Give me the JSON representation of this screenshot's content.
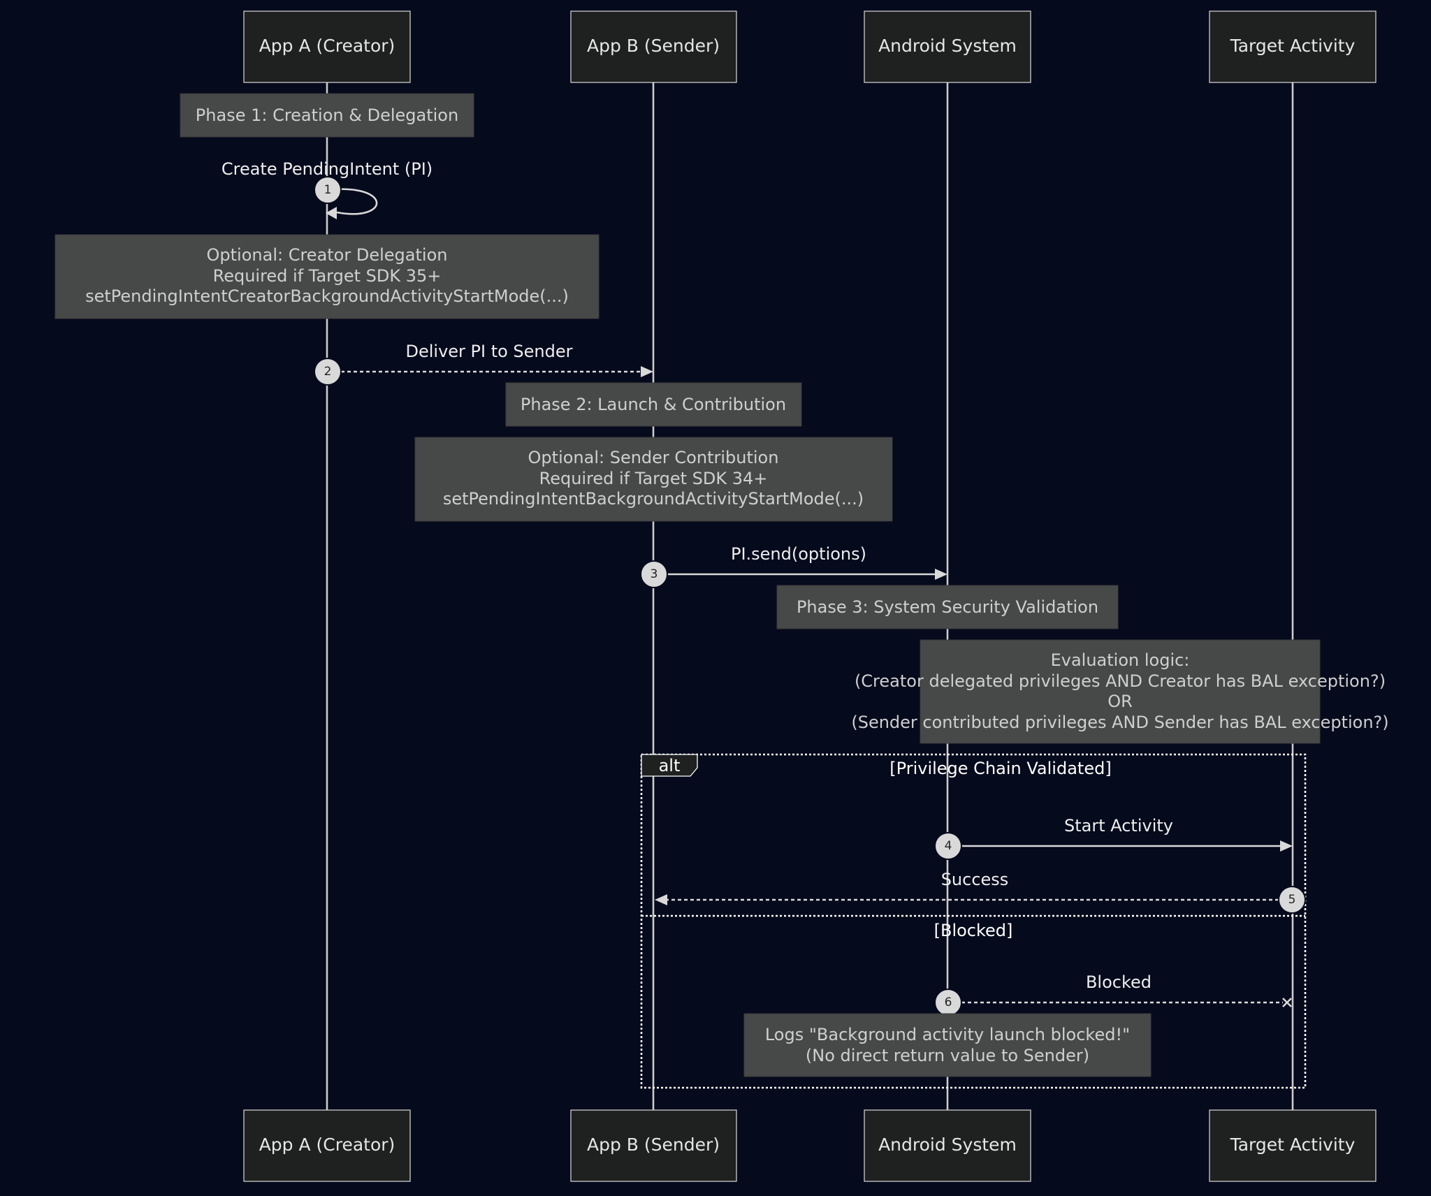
{
  "participants": {
    "app_a": "App A (Creator)",
    "app_b": "App B (Sender)",
    "android": "Android System",
    "target": "Target Activity"
  },
  "notes": {
    "phase1": "Phase 1: Creation & Delegation",
    "creator_delegation": [
      "Optional: Creator Delegation",
      "Required if Target SDK 35+",
      "setPendingIntentCreatorBackgroundActivityStartMode(...)"
    ],
    "phase2": "Phase 2: Launch & Contribution",
    "sender_contribution": [
      "Optional: Sender Contribution",
      "Required if Target SDK 34+",
      "setPendingIntentBackgroundActivityStartMode(...)"
    ],
    "phase3": "Phase 3: System Security Validation",
    "evaluation": [
      "Evaluation logic:",
      "(Creator delegated privileges AND Creator has BAL exception?)",
      "OR",
      "(Sender contributed privileges AND Sender has BAL exception?)"
    ],
    "blocked_log": [
      "Logs \"Background activity launch blocked!\"",
      "(No direct return value to Sender)"
    ]
  },
  "messages": [
    {
      "num": "1",
      "label": "Create PendingIntent (PI)",
      "from": "App A (Creator)",
      "to": "App A (Creator)",
      "style": "solid"
    },
    {
      "num": "2",
      "label": "Deliver PI to Sender",
      "from": "App A (Creator)",
      "to": "App B (Sender)",
      "style": "dashed"
    },
    {
      "num": "3",
      "label": "PI.send(options)",
      "from": "App B (Sender)",
      "to": "Android System",
      "style": "solid"
    },
    {
      "num": "4",
      "label": "Start Activity",
      "from": "Android System",
      "to": "Target Activity",
      "style": "solid"
    },
    {
      "num": "5",
      "label": "Success",
      "from": "Target Activity",
      "to": "App B (Sender)",
      "style": "dashed"
    },
    {
      "num": "6",
      "label": "Blocked",
      "from": "Android System",
      "to": "Target Activity",
      "style": "dashed-cross"
    }
  ],
  "alt_frame": {
    "tag": "alt",
    "condition_1": "[Privilege Chain Validated]",
    "condition_2": "[Blocked]"
  },
  "colors": {
    "background": "#050a1c",
    "actor_fill": "#1f2020",
    "note_fill": "#474949",
    "line": "#cccccc"
  }
}
